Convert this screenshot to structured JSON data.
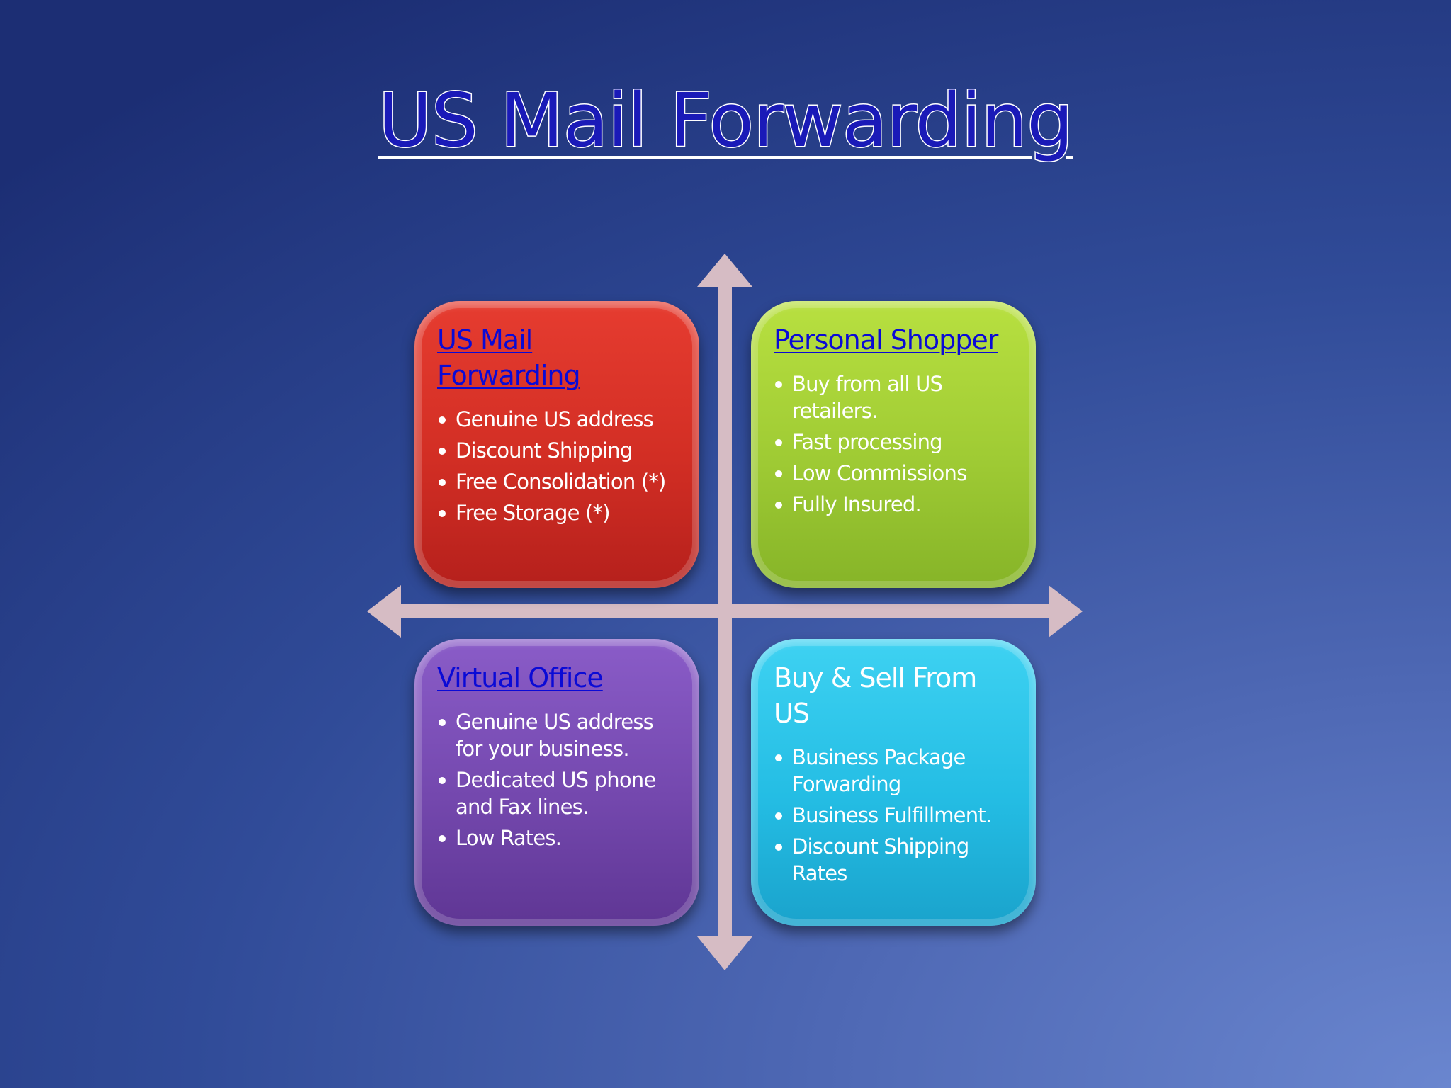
{
  "title": "US Mail Forwarding",
  "colors": {
    "background": "#2c4594",
    "arrow": "#d6bcc4",
    "title_text": "#1a1ab8",
    "link": "#0a0ad6",
    "red_box": "#d22e24",
    "green_box": "#9fcb34",
    "purple_box": "#7448ae",
    "cyan_box": "#24bde4"
  },
  "quadrants": {
    "top_left": {
      "title": "US Mail Forwarding",
      "items": [
        "Genuine US address",
        "Discount Shipping",
        "Free Consolidation (*)",
        "Free Storage (*)"
      ]
    },
    "top_right": {
      "title": "Personal Shopper",
      "items": [
        "Buy from all US retailers.",
        "Fast processing",
        "Low Commissions",
        "Fully Insured."
      ]
    },
    "bottom_left": {
      "title": "Virtual Office",
      "items": [
        "Genuine US address for your business.",
        "Dedicated US phone and Fax lines.",
        "Low Rates."
      ]
    },
    "bottom_right": {
      "title": "Buy & Sell From US",
      "items": [
        "Business Package Forwarding",
        "Business Fulfillment.",
        "Discount Shipping Rates"
      ]
    }
  }
}
